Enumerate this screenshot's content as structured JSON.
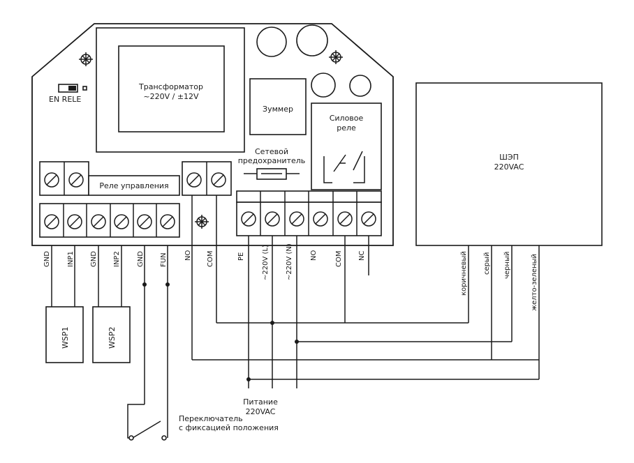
{
  "device": {
    "transformer_line1": "Трансформатор",
    "transformer_line2": "~220V / ±12V",
    "buzzer": "Зуммер",
    "power_relay_line1": "Силовое",
    "power_relay_line2": "реле",
    "jumper": "EN RELE",
    "control_relay": "Реле управления",
    "fuse_line1": "Сетевой",
    "fuse_line2": "предохранитель"
  },
  "terminals_left": [
    "GND",
    "INP1",
    "GND",
    "INP2",
    "GND",
    "FUN",
    "NO",
    "COM"
  ],
  "terminals_right": [
    "PE",
    "~220V (L)",
    "~220V (N)",
    "NO",
    "COM",
    "NC"
  ],
  "sensors": [
    "WSP1",
    "WSP2"
  ],
  "shep": {
    "line1": "ШЭП",
    "line2": "220VAC",
    "wires": [
      "коричневый",
      "серый",
      "черный",
      "желто-зеленый"
    ]
  },
  "power": {
    "line1": "Питание",
    "line2": "220VAC"
  },
  "switch": {
    "line1": "Переключатель",
    "line2": "с фиксацией положения"
  }
}
